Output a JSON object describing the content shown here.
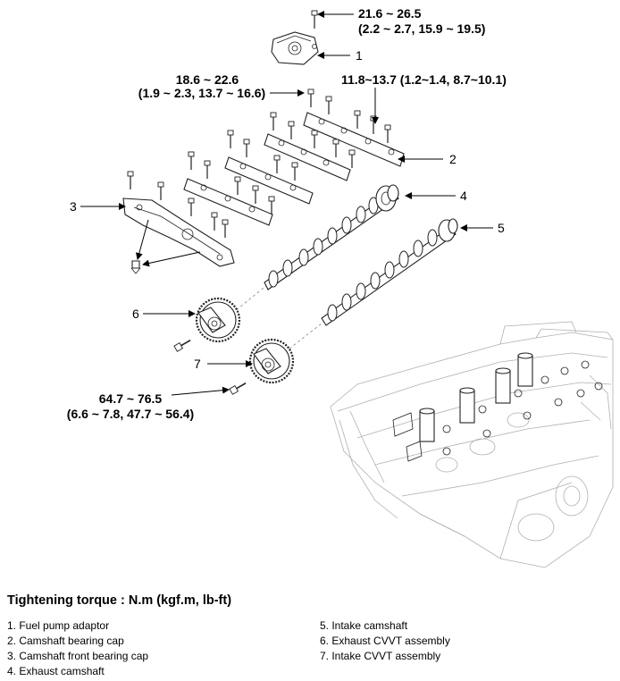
{
  "callouts": {
    "torque_top_line1": "21.6 ~ 26.5",
    "torque_top_line2": "(2.2 ~ 2.7, 15.9 ~ 19.5)",
    "torque_cap_line1": "18.6 ~ 22.6",
    "torque_cap_line2": "(1.9 ~ 2.3, 13.7 ~ 16.6)",
    "torque_cap_right": "11.8~13.7 (1.2~1.4, 8.7~10.1)",
    "torque_cvvt_line1": "64.7 ~ 76.5",
    "torque_cvvt_line2": "(6.6 ~ 7.8, 47.7 ~ 56.4)"
  },
  "numbers": [
    "1",
    "2",
    "3",
    "4",
    "5",
    "6",
    "7"
  ],
  "legend": {
    "title": "Tightening torque : N.m (kgf.m, lb-ft)",
    "left": [
      "1. Fuel pump adaptor",
      "2. Camshaft bearing cap",
      "3. Camshaft front bearing cap",
      "4. Exhaust camshaft"
    ],
    "right": [
      "5. Intake camshaft",
      "6. Exhaust CVVT assembly",
      "7. Intake CVVT assembly"
    ]
  }
}
